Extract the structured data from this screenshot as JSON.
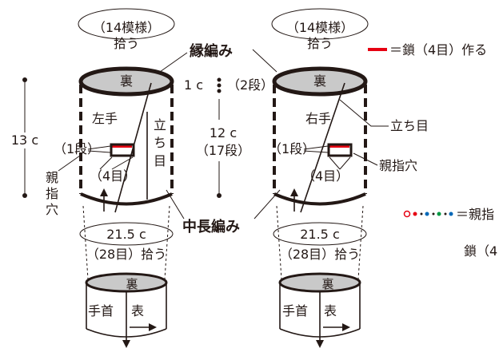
{
  "colors": {
    "ink": "#231815",
    "chain_red": "#e60012",
    "inner_gray": "#c9c9c9",
    "dot_red": "#e60012",
    "dot_blue": "#0068b7",
    "dot_green": "#009944"
  },
  "legend": {
    "chain_text": "＝鎖（4目）作る",
    "dots_text": "＝親指",
    "chain_partial": "鎖（4"
  },
  "left_mitt": {
    "top_count": "（14模様）",
    "top_pickup": "拾う",
    "inside_label": "裏",
    "name": "左手",
    "height_label": "13 c",
    "row1_label": "（1段）",
    "thumb_label_1": "親",
    "thumb_label_2": "指",
    "thumb_label_3": "穴",
    "four_stitch": "（4目）",
    "standing": "立ち目",
    "width_label": "21.5 c",
    "pickup_label": "（28目）拾う",
    "cuff_inside": "裏",
    "cuff_wrist": "手首",
    "cuff_outside": "表"
  },
  "right_mitt": {
    "top_count": "（14模様）",
    "top_pickup": "拾う",
    "inside_label": "裏",
    "name": "右手",
    "row1_label": "（1段）",
    "four_stitch": "（4目）",
    "standing": "立ち目",
    "thumb_hole": "親指穴",
    "width_label": "21.5 c",
    "pickup_label": "（28目）拾う",
    "cuff_inside": "裏",
    "cuff_wrist": "手首",
    "cuff_outside": "表"
  },
  "middle": {
    "edge_label": "縁編み",
    "edge_height": "1 c",
    "edge_rows": "（2段）",
    "body_height": "12 c",
    "body_rows": "（17段）",
    "stitch_label": "中長編み"
  }
}
